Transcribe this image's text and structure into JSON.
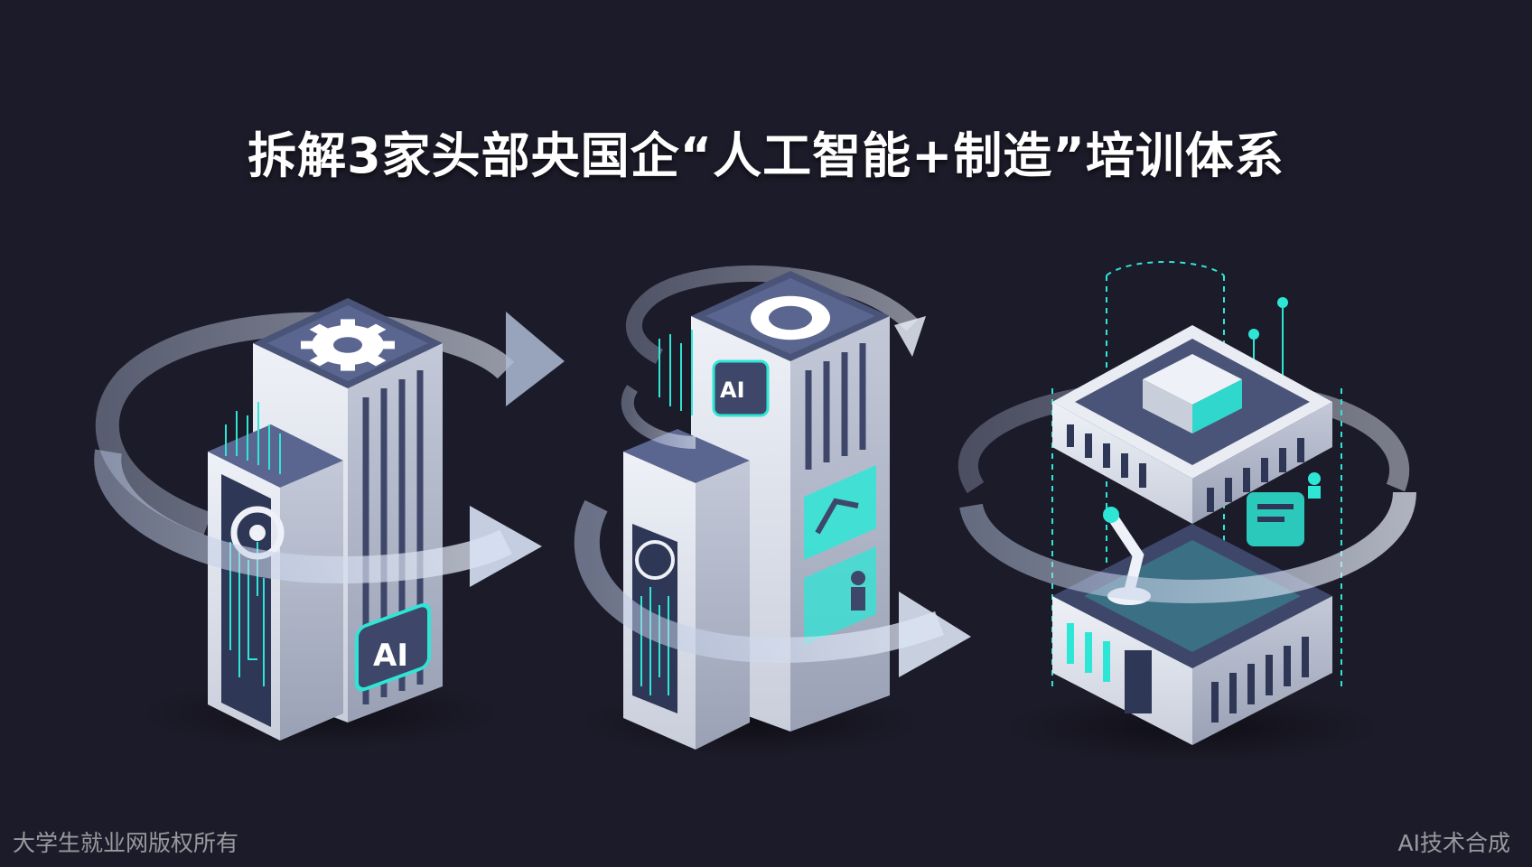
{
  "title": "拆解3家头部央国企“人工智能+制造”培训体系",
  "watermark_left": "大学生就业网版权所有",
  "watermark_right": "AI技术合成",
  "badges": {
    "ai_left": "AI",
    "ai_middle": "AI"
  },
  "colors": {
    "background": "#1c1b29",
    "accent_cyan": "#2ee6d6",
    "building_light": "#e4e7ef",
    "building_dark": "#3e4769"
  }
}
